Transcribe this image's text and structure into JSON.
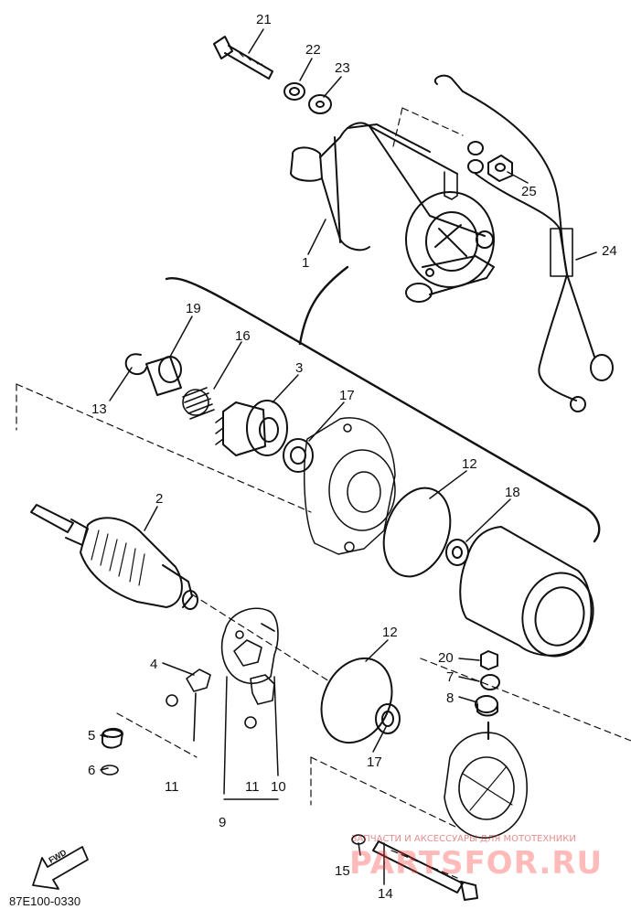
{
  "diagram": {
    "code": "87E100-0330",
    "fwd_label": "FWD",
    "callouts": [
      {
        "id": "c21",
        "label": "21"
      },
      {
        "id": "c22",
        "label": "22"
      },
      {
        "id": "c23",
        "label": "23"
      },
      {
        "id": "c25",
        "label": "25"
      },
      {
        "id": "c24",
        "label": "24"
      },
      {
        "id": "c1",
        "label": "1"
      },
      {
        "id": "c19",
        "label": "19"
      },
      {
        "id": "c16",
        "label": "16"
      },
      {
        "id": "c3",
        "label": "3"
      },
      {
        "id": "c13",
        "label": "13"
      },
      {
        "id": "c17a",
        "label": "17"
      },
      {
        "id": "c12a",
        "label": "12"
      },
      {
        "id": "c18",
        "label": "18"
      },
      {
        "id": "c2",
        "label": "2"
      },
      {
        "id": "c4",
        "label": "4"
      },
      {
        "id": "c12b",
        "label": "12"
      },
      {
        "id": "c20",
        "label": "20"
      },
      {
        "id": "c7",
        "label": "7"
      },
      {
        "id": "c8",
        "label": "8"
      },
      {
        "id": "c5",
        "label": "5"
      },
      {
        "id": "c6",
        "label": "6"
      },
      {
        "id": "c11a",
        "label": "11"
      },
      {
        "id": "c17b",
        "label": "17"
      },
      {
        "id": "c11b",
        "label": "11"
      },
      {
        "id": "c10",
        "label": "10"
      },
      {
        "id": "c9",
        "label": "9"
      },
      {
        "id": "c15",
        "label": "15"
      },
      {
        "id": "c14",
        "label": "14"
      }
    ]
  },
  "watermark": {
    "tagline": "ЗАПЧАСТИ И АКСЕССУАРЫ ДЛЯ МОТОТЕХНИКИ",
    "brand": "PARTSFOR.RU"
  }
}
